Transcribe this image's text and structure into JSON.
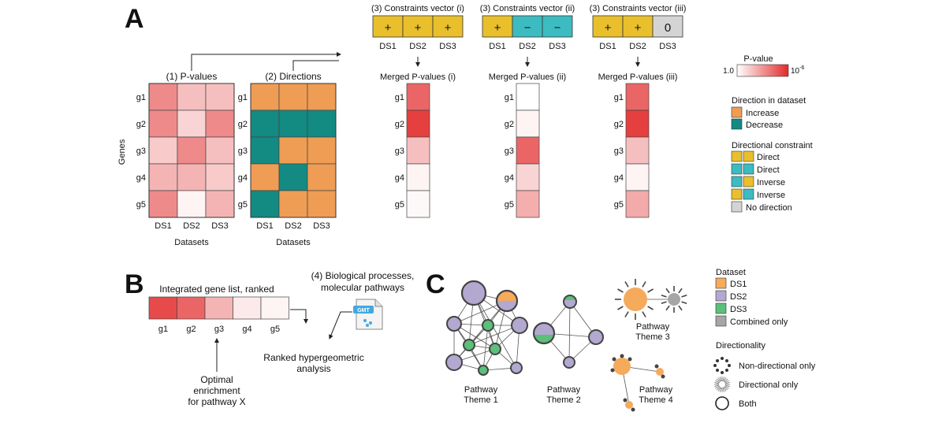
{
  "panel_a": {
    "letter": "A",
    "pvalues_title": "(1) P-values",
    "directions_title": "(2) Directions",
    "genes_label": "Genes",
    "datasets_label": "Datasets",
    "genes": [
      "g1",
      "g2",
      "g3",
      "g4",
      "g5"
    ],
    "datasets": [
      "DS1",
      "DS2",
      "DS3"
    ],
    "pvalue_intensity": [
      [
        0.55,
        0.3,
        0.3
      ],
      [
        0.55,
        0.2,
        0.55
      ],
      [
        0.25,
        0.55,
        0.3
      ],
      [
        0.35,
        0.35,
        0.25
      ],
      [
        0.55,
        0.05,
        0.35
      ]
    ],
    "direction_matrix": [
      [
        "increase",
        "increase",
        "increase"
      ],
      [
        "decrease",
        "decrease",
        "decrease"
      ],
      [
        "decrease",
        "increase",
        "increase"
      ],
      [
        "increase",
        "decrease",
        "increase"
      ],
      [
        "decrease",
        "increase",
        "increase"
      ]
    ],
    "constraints": [
      {
        "title": "(3) Constraints vector (i)",
        "symbols": [
          "+",
          "+",
          "+"
        ],
        "types": [
          "pos",
          "pos",
          "pos"
        ],
        "merged_title": "Merged P-values (i)",
        "merged_intensity": [
          0.72,
          0.9,
          0.3,
          0.05,
          0.03
        ]
      },
      {
        "title": "(3) Constraints vector (ii)",
        "symbols": [
          "+",
          "−",
          "−"
        ],
        "types": [
          "pos",
          "neg",
          "neg"
        ],
        "merged_title": "Merged P-values (ii)",
        "merged_intensity": [
          0.0,
          0.05,
          0.72,
          0.2,
          0.38
        ]
      },
      {
        "title": "(3) Constraints vector (iii)",
        "symbols": [
          "+",
          "+",
          "0"
        ],
        "types": [
          "pos",
          "pos",
          "zero"
        ],
        "merged_title": "Merged P-values (iii)",
        "merged_intensity": [
          0.72,
          0.9,
          0.3,
          0.05,
          0.4
        ]
      }
    ]
  },
  "legend_a": {
    "pvalue_title": "P-value",
    "pvalue_low": "1.0",
    "pvalue_high_base": "10",
    "pvalue_high_exp": "-6",
    "direction_title": "Direction in dataset",
    "increase": "Increase",
    "decrease": "Decrease",
    "constraint_title": "Directional constraint",
    "constraint_items": [
      {
        "colors": [
          "#e9c02c",
          "#e9c02c"
        ],
        "label": "Direct"
      },
      {
        "colors": [
          "#3cbcc0",
          "#3cbcc0"
        ],
        "label": "Direct"
      },
      {
        "colors": [
          "#3cbcc0",
          "#e9c02c"
        ],
        "label": "Inverse"
      },
      {
        "colors": [
          "#e9c02c",
          "#3cbcc0"
        ],
        "label": "Inverse"
      },
      {
        "colors": [
          "#d4d4d4"
        ],
        "label": "No direction"
      }
    ]
  },
  "panel_b": {
    "letter": "B",
    "list_title": "Integrated gene list, ranked",
    "genes": [
      "g1",
      "g2",
      "g3",
      "g4",
      "g5"
    ],
    "gene_intensity": [
      0.85,
      0.72,
      0.35,
      0.1,
      0.05
    ],
    "bio_title_1": "(4) Biological processes,",
    "bio_title_2": "molecular pathways",
    "gmt_label": "GMT",
    "analysis_1": "Ranked hypergeometric",
    "analysis_2": "analysis",
    "optimal_1": "Optimal",
    "optimal_2": "enrichment",
    "optimal_3": "for pathway X"
  },
  "panel_c": {
    "letter": "C",
    "themes": [
      {
        "line1": "Pathway",
        "line2": "Theme 1"
      },
      {
        "line1": "Pathway",
        "line2": "Theme 2"
      },
      {
        "line1": "Pathway",
        "line2": "Theme 3"
      },
      {
        "line1": "Pathway",
        "line2": "Theme 4"
      }
    ]
  },
  "legend_c": {
    "dataset_title": "Dataset",
    "items": [
      {
        "label": "DS1",
        "color": "#f6aa5b"
      },
      {
        "label": "DS2",
        "color": "#b2a8d0"
      },
      {
        "label": "DS3",
        "color": "#5cbf7a"
      },
      {
        "label": "Combined only",
        "color": "#a6a6a6"
      }
    ],
    "directionality_title": "Directionality",
    "nondirectional": "Non-directional only",
    "directional": "Directional only",
    "both": "Both"
  },
  "colors": {
    "increase": "#ef9c54",
    "decrease": "#138a82",
    "constraint_pos": "#e9c02c",
    "constraint_neg": "#3cbcc0",
    "constraint_zero": "#d4d4d4",
    "pvalue_low": "#ffffff",
    "pvalue_high": "#e22a2a",
    "edge": "#4d4d4d"
  }
}
